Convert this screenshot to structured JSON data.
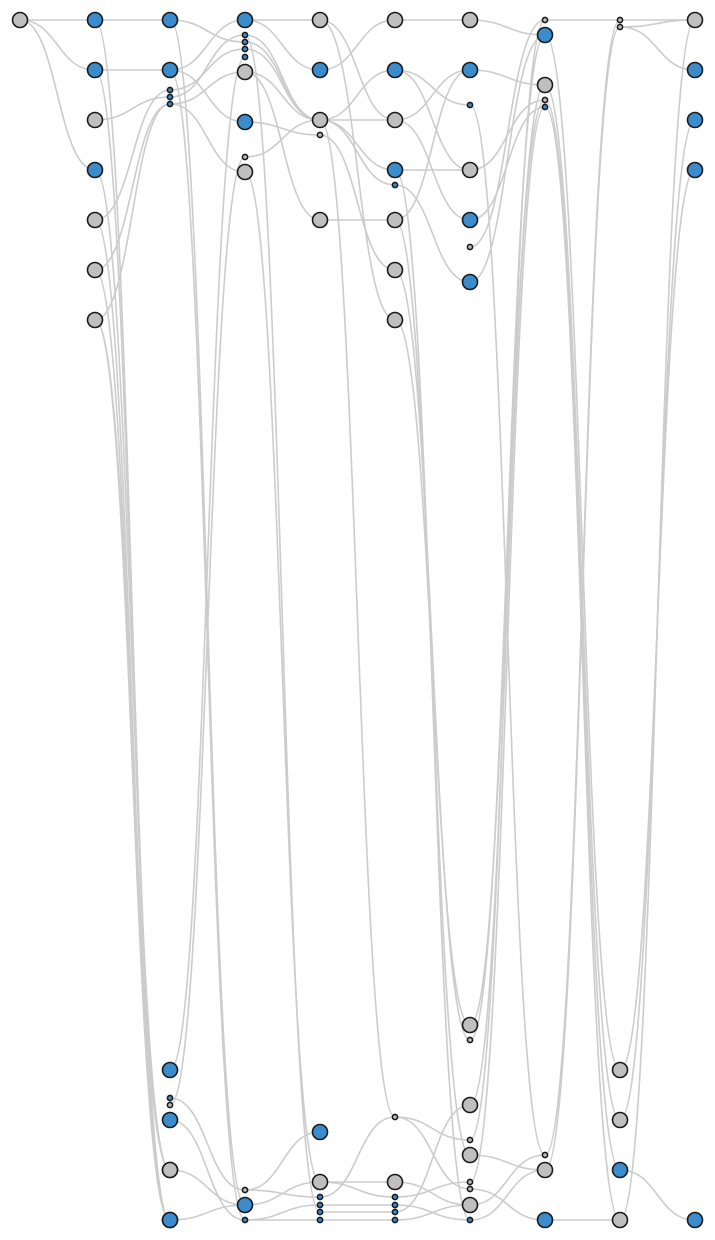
{
  "colors": {
    "blue": "#3a8ccc",
    "gray": "#bfbfbf",
    "edge": "#cccccc",
    "outline": "#1a1a1a",
    "background": "#ffffff"
  },
  "nodes": {
    "a0": "gray",
    "b0": "blue",
    "b1": "blue",
    "b2": "gray",
    "b3": "blue",
    "b4": "gray",
    "b5": "gray",
    "b6": "gray",
    "c0": "blue",
    "c1": "blue",
    "c2": "blue",
    "c3": "blue",
    "c4": "blue",
    "c5": "blue",
    "c6": "blue",
    "c7": "gray",
    "c8": "blue",
    "c9": "gray",
    "c10": "blue",
    "c11": "gray",
    "c12": "blue",
    "d0": "blue",
    "d1": "blue",
    "d2": "blue",
    "d3": "blue",
    "d4": "blue",
    "d5": "gray",
    "d6": "blue",
    "d7": "gray",
    "d8": "gray",
    "d9": "gray",
    "d10": "blue",
    "d11": "blue",
    "e0": "gray",
    "e1": "blue",
    "e2": "gray",
    "e3": "gray",
    "e4": "gray",
    "e5": "blue",
    "e6": "gray",
    "e7": "blue",
    "e8": "blue",
    "e9": "blue",
    "e10": "blue",
    "f0": "gray",
    "f1": "blue",
    "f2": "gray",
    "f3": "blue",
    "f4": "blue",
    "f5": "gray",
    "f6": "gray",
    "f7": "gray",
    "f8": "gray",
    "f9": "gray",
    "f10": "blue",
    "f11": "blue",
    "f12": "blue",
    "f13": "blue",
    "g0": "gray",
    "g1": "blue",
    "g2": "blue",
    "g3": "gray",
    "g4": "blue",
    "g5": "gray",
    "g6": "blue",
    "g7": "gray",
    "g8": "gray",
    "g9": "gray",
    "g10": "gray",
    "g11": "gray",
    "g12": "gray",
    "g13": "gray",
    "g14": "gray",
    "g15": "blue",
    "h0": "gray",
    "h1": "blue",
    "h2": "gray",
    "h3": "gray",
    "h4": "blue",
    "h5": "gray",
    "h6": "gray",
    "h7": "blue",
    "i0": "gray",
    "i1": "gray",
    "i2": "gray",
    "i3": "gray",
    "i4": "blue",
    "i5": "gray",
    "j0": "gray",
    "j1": "blue",
    "j2": "blue",
    "j3": "blue",
    "j4": "blue"
  },
  "edges": [
    [
      "a0",
      "b0"
    ],
    [
      "a0",
      "b1"
    ],
    [
      "a0",
      "b3"
    ],
    [
      "b0",
      "c0"
    ],
    [
      "b0",
      "c10"
    ],
    [
      "b1",
      "c1"
    ],
    [
      "b1",
      "c12"
    ],
    [
      "b2",
      "c3"
    ],
    [
      "b3",
      "c11"
    ],
    [
      "b4",
      "c2"
    ],
    [
      "b4",
      "c10"
    ],
    [
      "b5",
      "c4"
    ],
    [
      "b5",
      "c12"
    ],
    [
      "b6",
      "c4"
    ],
    [
      "b6",
      "c9"
    ],
    [
      "b6",
      "c12"
    ],
    [
      "c0",
      "d2"
    ],
    [
      "c0",
      "d10"
    ],
    [
      "c1",
      "d0"
    ],
    [
      "c1",
      "d6"
    ],
    [
      "c1",
      "d11"
    ],
    [
      "c2",
      "d3"
    ],
    [
      "c3",
      "d1"
    ],
    [
      "c4",
      "d5"
    ],
    [
      "c4",
      "d8"
    ],
    [
      "c5",
      "d4"
    ],
    [
      "c6",
      "d9"
    ],
    [
      "c7",
      "d7"
    ],
    [
      "c8",
      "d11"
    ],
    [
      "c10",
      "d10"
    ],
    [
      "c11",
      "d10"
    ],
    [
      "d0",
      "e0"
    ],
    [
      "d0",
      "e1"
    ],
    [
      "d1",
      "e2"
    ],
    [
      "d2",
      "e2"
    ],
    [
      "d3",
      "e2"
    ],
    [
      "d5",
      "e2"
    ],
    [
      "d5",
      "e4"
    ],
    [
      "d6",
      "e3"
    ],
    [
      "d7",
      "e2"
    ],
    [
      "d8",
      "e6"
    ],
    [
      "d9",
      "e5"
    ],
    [
      "d9",
      "e7"
    ],
    [
      "d10",
      "e6"
    ],
    [
      "d11",
      "e8"
    ],
    [
      "d11",
      "e10"
    ],
    [
      "d1",
      "e9"
    ],
    [
      "e0",
      "f2"
    ],
    [
      "e0",
      "f7"
    ],
    [
      "e1",
      "f0"
    ],
    [
      "e2",
      "f1"
    ],
    [
      "e2",
      "f2"
    ],
    [
      "e2",
      "f3"
    ],
    [
      "e2",
      "f4"
    ],
    [
      "e2",
      "f8"
    ],
    [
      "e3",
      "f6"
    ],
    [
      "e4",
      "f5"
    ],
    [
      "e6",
      "f9"
    ],
    [
      "e6",
      "f10"
    ],
    [
      "e7",
      "f8"
    ],
    [
      "e8",
      "f11"
    ],
    [
      "e9",
      "f12"
    ],
    [
      "e10",
      "f13"
    ],
    [
      "f0",
      "g0"
    ],
    [
      "f1",
      "g2"
    ],
    [
      "f1",
      "g3"
    ],
    [
      "f2",
      "g1"
    ],
    [
      "f2",
      "g4"
    ],
    [
      "f3",
      "g3"
    ],
    [
      "f3",
      "g15"
    ],
    [
      "f4",
      "g6"
    ],
    [
      "f5",
      "g11"
    ],
    [
      "f5",
      "g1"
    ],
    [
      "f6",
      "g8"
    ],
    [
      "f7",
      "g7"
    ],
    [
      "f8",
      "g10"
    ],
    [
      "f8",
      "g13"
    ],
    [
      "f9",
      "g14"
    ],
    [
      "f10",
      "g12"
    ],
    [
      "f11",
      "g15"
    ],
    [
      "f12",
      "g9"
    ],
    [
      "f13",
      "g14"
    ],
    [
      "g0",
      "h1"
    ],
    [
      "g1",
      "h2"
    ],
    [
      "g2",
      "h5"
    ],
    [
      "g3",
      "h3"
    ],
    [
      "g4",
      "h4"
    ],
    [
      "g5",
      "h0"
    ],
    [
      "g6",
      "h1"
    ],
    [
      "g7",
      "h3"
    ],
    [
      "g8",
      "h1"
    ],
    [
      "g9",
      "h2"
    ],
    [
      "g10",
      "h0"
    ],
    [
      "g11",
      "h6"
    ],
    [
      "g12",
      "h4"
    ],
    [
      "g13",
      "h7"
    ],
    [
      "g14",
      "h5"
    ],
    [
      "g15",
      "h6"
    ],
    [
      "h0",
      "i0"
    ],
    [
      "h1",
      "i2"
    ],
    [
      "h2",
      "i3"
    ],
    [
      "h3",
      "i4"
    ],
    [
      "h4",
      "i5"
    ],
    [
      "h5",
      "i0"
    ],
    [
      "h6",
      "i1"
    ],
    [
      "h7",
      "i5"
    ],
    [
      "i0",
      "j0"
    ],
    [
      "i1",
      "j0"
    ],
    [
      "i1",
      "j1"
    ],
    [
      "i2",
      "j3"
    ],
    [
      "i3",
      "j2"
    ],
    [
      "i4",
      "j4"
    ],
    [
      "i5",
      "j0"
    ]
  ]
}
